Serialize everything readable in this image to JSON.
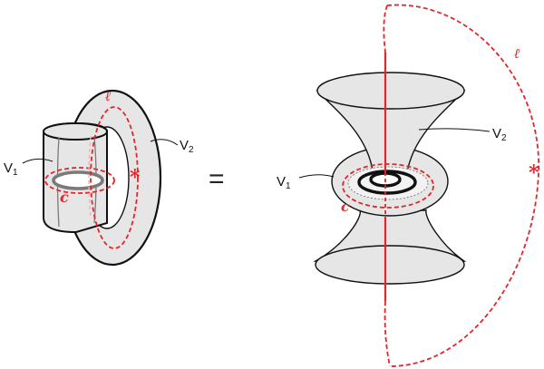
{
  "labels": {
    "left_v1": "V",
    "left_v1_sub": "1",
    "left_v2": "V",
    "left_v2_sub": "2",
    "left_c": "c",
    "left_l": "ℓ",
    "left_star": "*",
    "equals": "=",
    "right_v1": "V",
    "right_v1_sub": "1",
    "right_v2": "V",
    "right_v2_sub": "2",
    "right_c": "c",
    "right_l": "ℓ",
    "right_star": "*"
  },
  "colors": {
    "surface_fill": "#e6e6e6",
    "outline": "#111111",
    "curve_red": "#e2262a",
    "meridian_gray": "#7a7a7a"
  }
}
